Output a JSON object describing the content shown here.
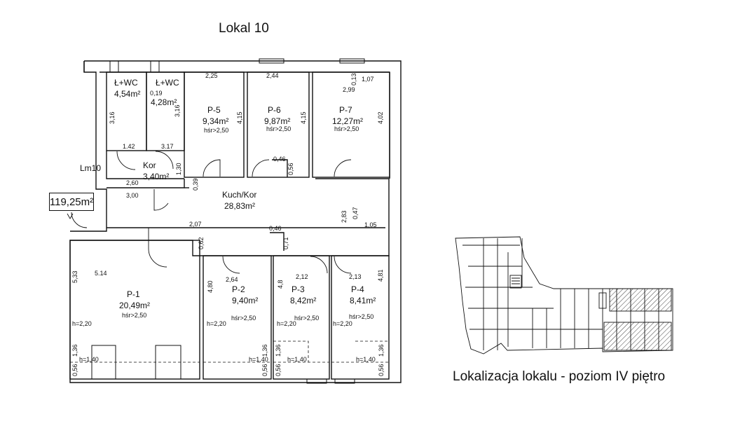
{
  "title": "Lokal 10",
  "caption": "Lokalizacja lokalu - poziom IV piętro",
  "unit_label": "Lm10",
  "unit_area": "119,25m²",
  "rooms": [
    {
      "name": "Ł+WC",
      "area": "4,54m²"
    },
    {
      "name": "Ł+WC",
      "area": "4,28m²"
    },
    {
      "name": "P-5",
      "area": "9,34m²",
      "height": "hśr>2,50"
    },
    {
      "name": "P-6",
      "area": "9,87m²",
      "height": "hśr>2,50"
    },
    {
      "name": "P-7",
      "area": "12,27m²",
      "height": "hśr>2,50"
    },
    {
      "name": "Kor",
      "area": "3,40m²"
    },
    {
      "name": "Kuch/Kor",
      "area": "28,83m²"
    },
    {
      "name": "P-1",
      "area": "20,49m²",
      "height": "hśr>2,50"
    },
    {
      "name": "P-2",
      "area": "9,40m²",
      "height": "hśr>2,50"
    },
    {
      "name": "P-3",
      "area": "8,42m²",
      "height": "hśr>2,50"
    },
    {
      "name": "P-4",
      "area": "8,41m²",
      "height": "hśr>2,50"
    }
  ],
  "dims_h": [
    "2,25",
    "2,44",
    "1,07",
    "2,99",
    "1.42",
    "3.17",
    "2,60",
    "3,00",
    "2,07",
    "0,46",
    "0,46",
    "1,05",
    "5.14",
    "2,64",
    "2,12",
    "2,13",
    "0,19"
  ],
  "dims_v": [
    "3,16",
    "3,16",
    "4,15",
    "4,15",
    "4,02",
    "0,13",
    "1,30",
    "0,39",
    "0,56",
    "2,83",
    "0,47",
    "0,62",
    "0,71",
    "5,33",
    "4,80",
    "4,8",
    "4,81",
    "1,36",
    "1,36",
    "1,36",
    "1,36",
    "0,56",
    "0,56",
    "0,56",
    "0,56"
  ],
  "heights": [
    "h=2,20",
    "h=2,20",
    "h=2,20",
    "h=2,20",
    "h=1,40",
    "h=1,40",
    "h=1,40",
    "h=1,40"
  ]
}
